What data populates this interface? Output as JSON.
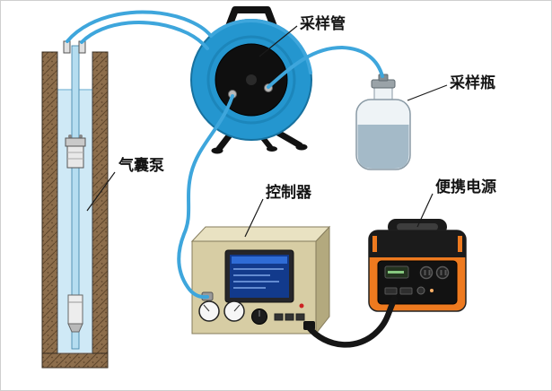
{
  "figure": {
    "labels": {
      "sampling_tube": "采样管",
      "sampling_bottle": "采样瓶",
      "bladder_pump": "气囊泵",
      "controller": "控制器",
      "portable_power": "便携电源"
    },
    "colors": {
      "tube_blue": "#3ea6dc",
      "reel_blue": "#2496cf",
      "hub_black": "#0f0f0f",
      "soil_brown": "#8d6e4c",
      "soil_hatch": "#5f462c",
      "water_blue": "#cfe9f6",
      "pipe_blue": "#b5ddf0",
      "liquid_gray_blue": "#a4bac8",
      "controller_beige": "#d7cda4",
      "controller_beige_light": "#e9e2c2",
      "controller_beige_dark": "#b3a97e",
      "screen_blue": "#123a8c",
      "power_orange": "#ee7a1f",
      "cable_black": "#161616"
    }
  }
}
